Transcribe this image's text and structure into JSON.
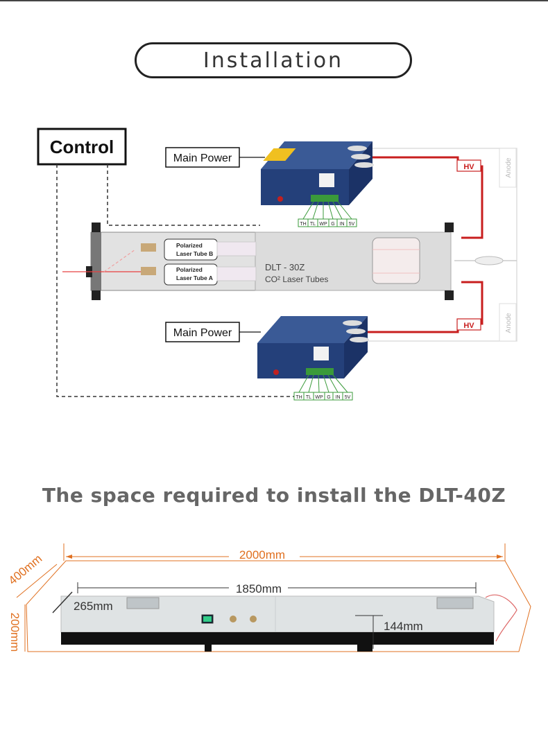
{
  "section_title": "Installation",
  "wiring": {
    "control_label": "Control",
    "main_power_label": "Main Power",
    "hv_label": "HV",
    "anode_label": "Anode",
    "tube_b_label_1": "Polarized",
    "tube_b_label_2": "Laser Tube B",
    "tube_a_label_1": "Polarized",
    "tube_a_label_2": "Laser Tube A",
    "model_label": "DLT - 30Z",
    "tubes_label": "CO² Laser Tubes",
    "terminals": [
      "TH",
      "TL",
      "WP",
      "G",
      "IN",
      "5V"
    ]
  },
  "space_heading": "The space required to install the DLT-40Z",
  "dimensions": {
    "length_total": "2000mm",
    "length_tube": "1850mm",
    "depth": "400mm",
    "height": "200mm",
    "inner_depth": "265mm",
    "inner_height": "144mm"
  },
  "colors": {
    "dim_orange": "#e07020",
    "hv_red": "#c81e1e",
    "psu_blue": "#24407a"
  }
}
